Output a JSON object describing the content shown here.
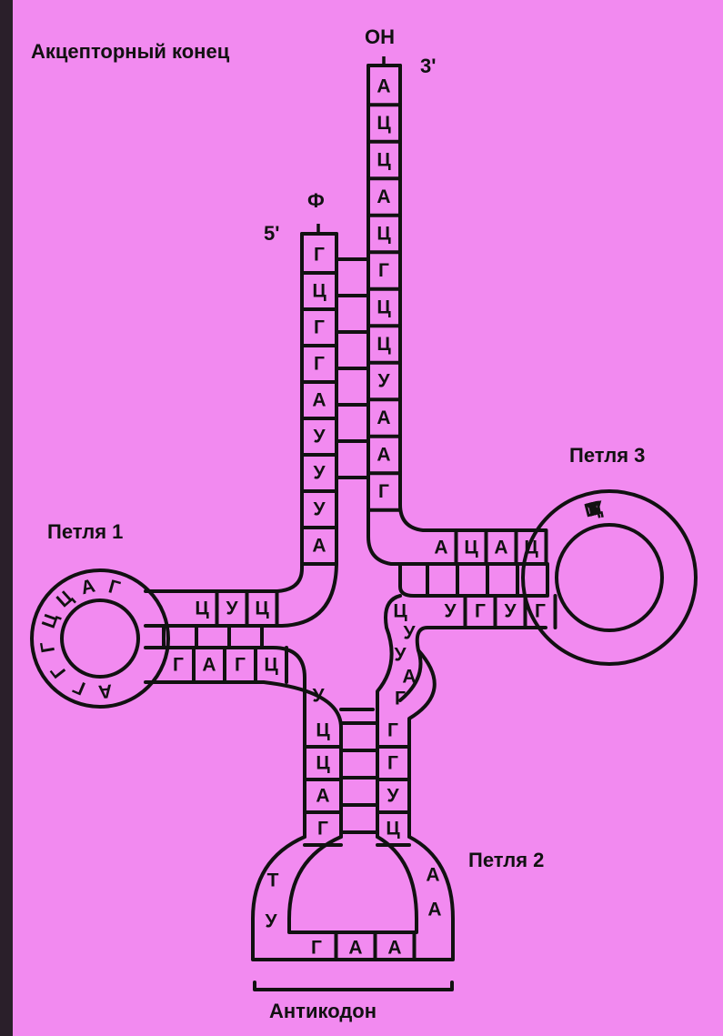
{
  "labels": {
    "acceptor_end": "Акцепторный конец",
    "oh": "OH",
    "three_prime": "3'",
    "five_prime": "5'",
    "phosphate": "Ф",
    "loop1": "Петля 1",
    "loop2": "Петля 2",
    "loop3": "Петля 3",
    "anticodon": "Антикодон"
  },
  "colors": {
    "background": "#f28af0",
    "frame": "#2a1f2a",
    "ink": "#111111"
  },
  "strands": {
    "acceptor_3prime": [
      "А",
      "Ц",
      "Ц",
      "А",
      "Ц",
      "Г",
      "Ц",
      "Ц",
      "У",
      "А",
      "А",
      "Г"
    ],
    "acceptor_5prime": [
      "Г",
      "Ц",
      "Г",
      "Г",
      "А",
      "У",
      "У",
      "У",
      "А"
    ],
    "loop1_stem_top": [
      "Ц",
      "У",
      "Ц"
    ],
    "loop1_stem_bottom": [
      "Г",
      "А",
      "Г",
      "Ц"
    ],
    "loop1": [
      "Г",
      "А",
      "Ц",
      "Ц",
      "Г",
      "Г",
      "Г",
      "А"
    ],
    "loop3_stem_top": [
      "А",
      "Ц",
      "А",
      "Ц"
    ],
    "loop3_stem_bottom": [
      "У",
      "Г",
      "У",
      "Г"
    ],
    "loop3": [
      "Ц",
      "У",
      "У",
      "Г",
      "Ц",
      "Г",
      "У"
    ],
    "connector_left": [
      "У"
    ],
    "connector_right": [
      "Ц",
      "У",
      "У",
      "А",
      "Г"
    ],
    "anticodon_stem_left": [
      "Ц",
      "Ц",
      "А",
      "Г"
    ],
    "anticodon_stem_right": [
      "Г",
      "Г",
      "У",
      "Ц"
    ],
    "anticodon_loop_left": [
      "Т",
      "У"
    ],
    "anticodon_loop_right": [
      "А",
      "А"
    ],
    "anticodon": [
      "Г",
      "А",
      "А"
    ]
  }
}
